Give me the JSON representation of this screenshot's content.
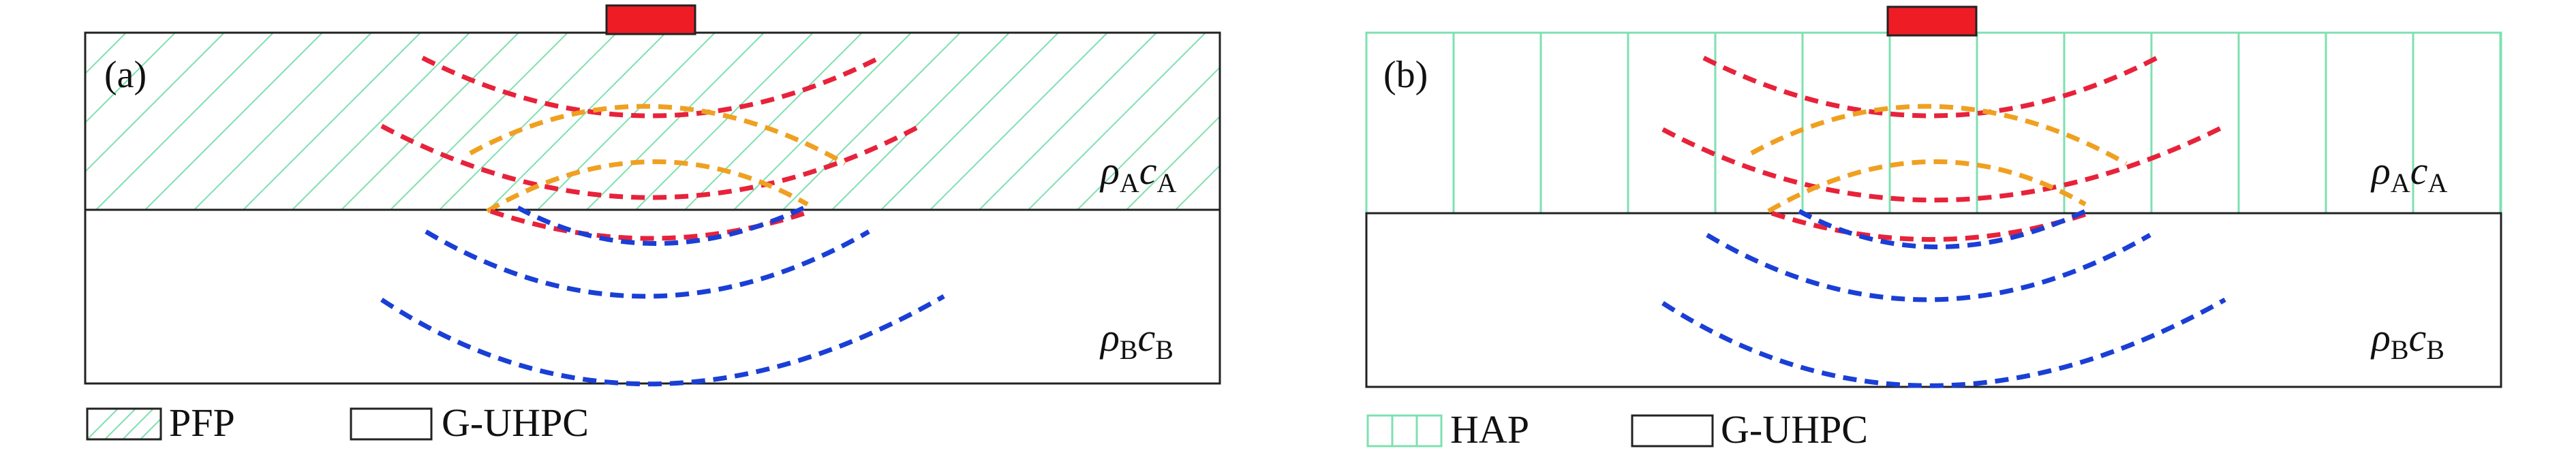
{
  "panel_a": {
    "label": "(a)",
    "layer_top": {
      "symbol": "ρ",
      "sym2": "c",
      "sub": "A"
    },
    "layer_bottom": {
      "symbol": "ρ",
      "sym2": "c",
      "sub": "B"
    },
    "legend": [
      {
        "label": "PFP",
        "pattern": "diagonal-hatch"
      },
      {
        "label": "G-UHPC",
        "pattern": "plain"
      }
    ]
  },
  "panel_b": {
    "label": "(b)",
    "layer_top": {
      "symbol": "ρ",
      "sym2": "c",
      "sub": "A"
    },
    "layer_bottom": {
      "symbol": "ρ",
      "sym2": "c",
      "sub": "B"
    },
    "legend": [
      {
        "label": "HAP",
        "pattern": "vertical-lines"
      },
      {
        "label": "G-UHPC",
        "pattern": "plain"
      }
    ]
  },
  "colors": {
    "hatch": "#7ee0b0",
    "transducer": "#ee1c25",
    "incident_wave": "#e8223a",
    "reflected_wave": "#f0a020",
    "transmitted_wave": "#1a3fd6",
    "outline": "#222222"
  }
}
